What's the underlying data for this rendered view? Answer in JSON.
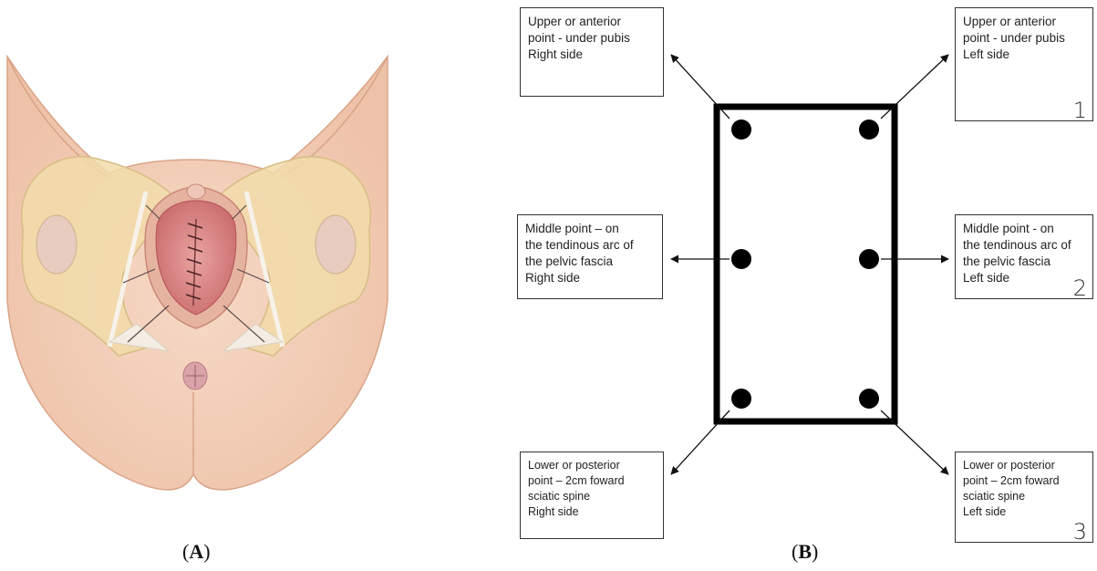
{
  "panel_a": {
    "caption_open": "(",
    "caption_letter": "A",
    "caption_close": ")"
  },
  "panel_b": {
    "caption_open": "(",
    "caption_letter": "B",
    "caption_close": ")",
    "labels": {
      "upper_right": [
        "Upper or anterior",
        "point - under pubis",
        "Right side"
      ],
      "upper_left": [
        "Upper or anterior",
        "point - under pubis",
        "Left side"
      ],
      "middle_right": [
        "Middle point – on",
        "the tendinous arc of",
        "the pelvic fascia",
        "Right side"
      ],
      "middle_left": [
        "Middle point - on",
        "the tendinous arc of",
        "the pelvic fascia",
        "Left side"
      ],
      "lower_right": [
        "Lower or posterior",
        "point – 2cm foward",
        "sciatic spine",
        "Right side"
      ],
      "lower_left": [
        "Lower or posterior",
        "point – 2cm foward",
        "sciatic spine",
        "Left side"
      ]
    },
    "numbers": {
      "upper_left": "1",
      "middle_left": "2",
      "lower_left": "3"
    }
  }
}
